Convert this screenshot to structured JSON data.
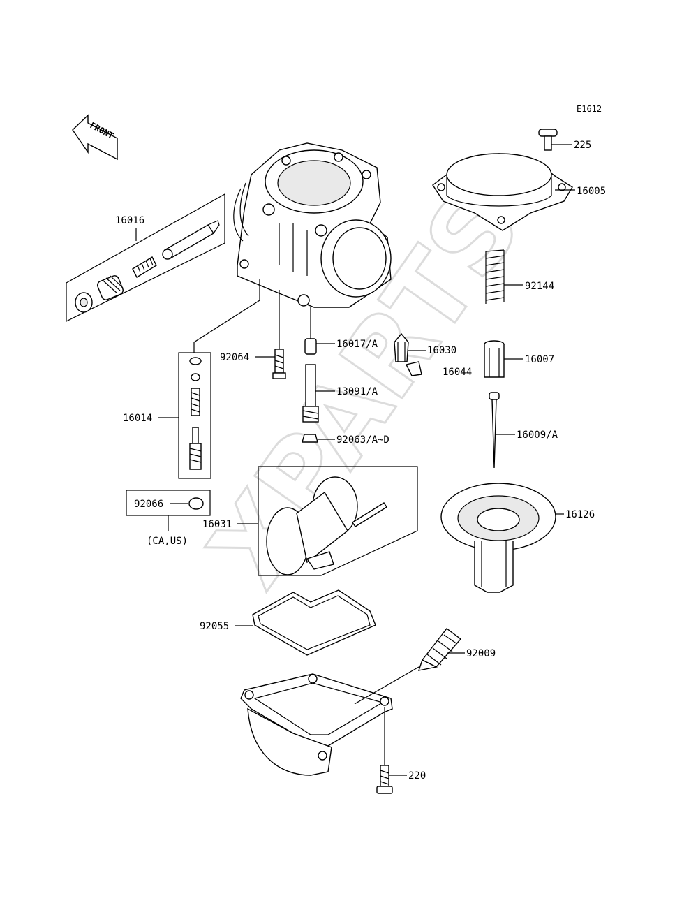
{
  "diagram_code": "E1612",
  "front_label": "FRONT",
  "watermark": "XPARTS",
  "note": "(CA,US)",
  "parts": {
    "p225": "225",
    "p16005": "16005",
    "p92144": "92144",
    "p16007": "16007",
    "p16009": "16009/A",
    "p16126": "16126",
    "p16016": "16016",
    "p16014": "16014",
    "p92064": "92064",
    "p16017": "16017/A",
    "p16030": "16030",
    "p16044": "16044",
    "p13091": "13091/A",
    "p92063": "92063/A~D",
    "p92066": "92066",
    "p16031": "16031",
    "p92055": "92055",
    "p92009": "92009",
    "p220": "220"
  }
}
